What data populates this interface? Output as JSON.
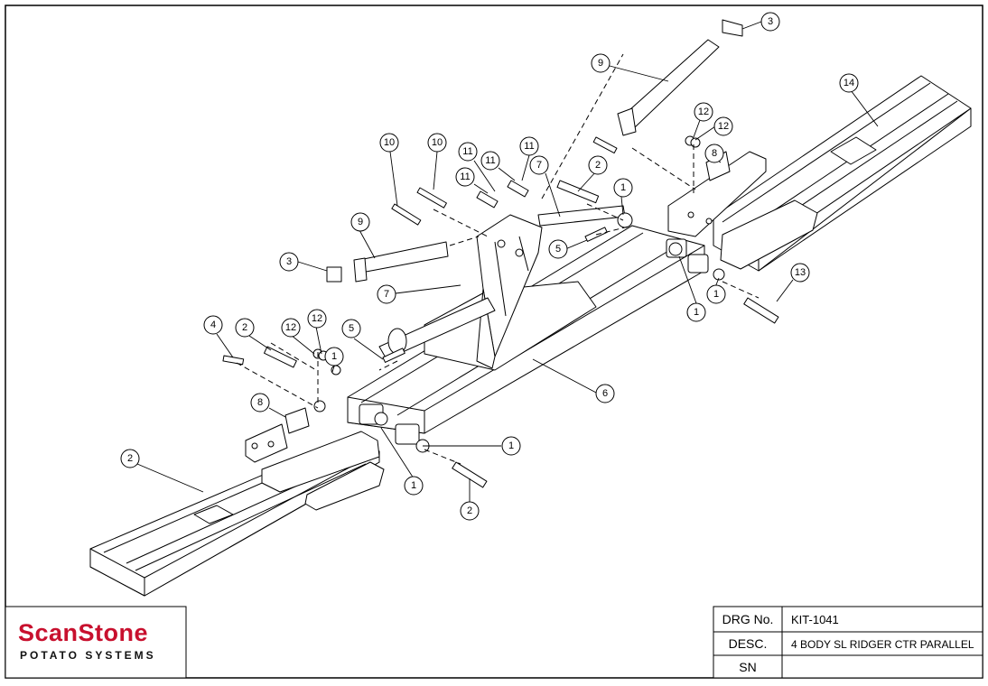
{
  "logo": {
    "brand": "ScanStone",
    "tagline": "POTATO SYSTEMS",
    "brand_color": "#c8102e"
  },
  "title_block": {
    "drawing_number_label": "DRG No.",
    "drawing_number_value": "KIT-1041",
    "description_label": "DESC.",
    "description_value": "4 BODY SL RIDGER CTR PARALLEL",
    "serial_number_label": "SN",
    "serial_number_value": ""
  },
  "balloons": [
    "3",
    "9",
    "14",
    "12",
    "12",
    "8",
    "10",
    "10",
    "11",
    "11",
    "11",
    "11",
    "7",
    "2",
    "1",
    "9",
    "3",
    "5",
    "7",
    "4",
    "2",
    "12",
    "12",
    "1",
    "5",
    "6",
    "8",
    "1",
    "1",
    "2",
    "1",
    "1",
    "13",
    "2"
  ]
}
